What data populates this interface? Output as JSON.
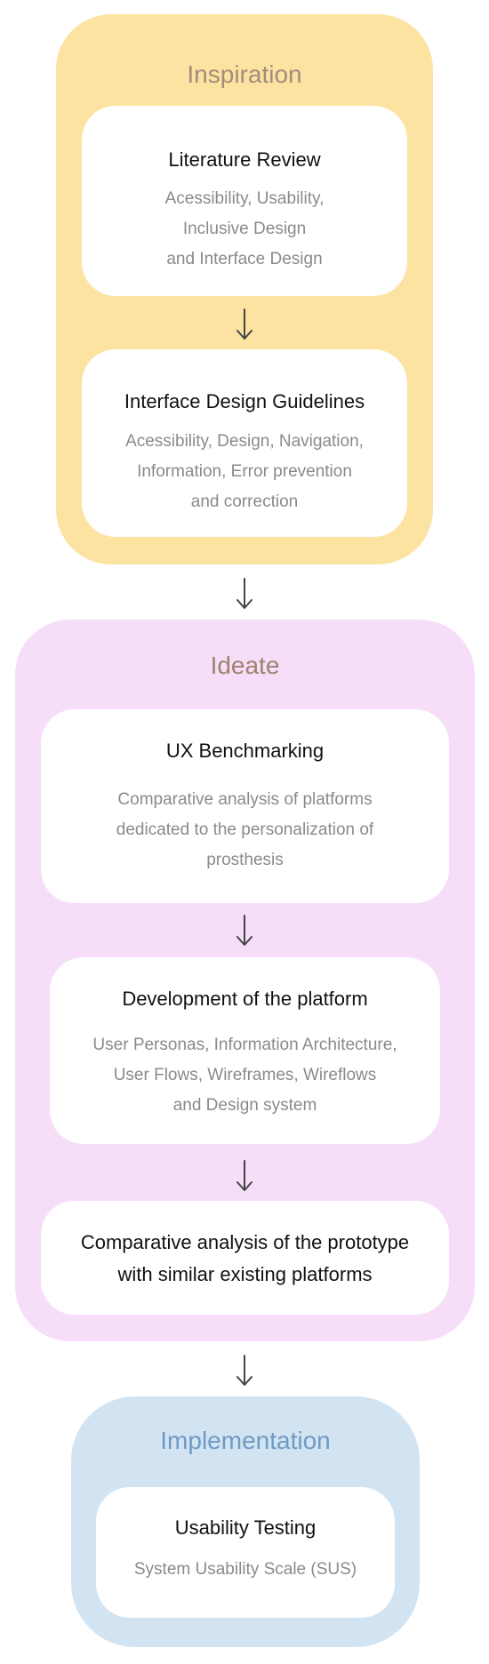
{
  "colors": {
    "inspiration_bg": "#fde3a2",
    "inspiration_title": "#a28d7a",
    "ideate_bg": "#f6def9",
    "ideate_title": "#a0826f",
    "implementation_bg": "#d2e4f2",
    "implementation_title": "#6f9ac4",
    "arrow": "#444444"
  },
  "inspiration": {
    "title": "Inspiration",
    "literature_review": {
      "title": "Literature Review",
      "description": "Acessibility, Usability,\nInclusive Design\nand Interface Design"
    },
    "guidelines": {
      "title": "Interface Design Guidelines",
      "description": "Acessibility, Design, Navigation,\nInformation, Error prevention\nand correction"
    }
  },
  "ideate": {
    "title": "Ideate",
    "ux_benchmarking": {
      "title": "UX Benchmarking",
      "description": "Comparative analysis of platforms\ndedicated to the personalization of\nprosthesis"
    },
    "development": {
      "title": "Development of the platform",
      "description": "User Personas, Information Architecture,\nUser Flows, Wireframes, Wireflows\nand Design system"
    },
    "comparative": {
      "title": "Comparative analysis of the prototype\nwith similar existing platforms"
    }
  },
  "implementation": {
    "title": "Implementation",
    "usability_testing": {
      "title": "Usability Testing",
      "description": "System Usability Scale (SUS)"
    }
  },
  "arrow_icon": "down-arrow-icon"
}
